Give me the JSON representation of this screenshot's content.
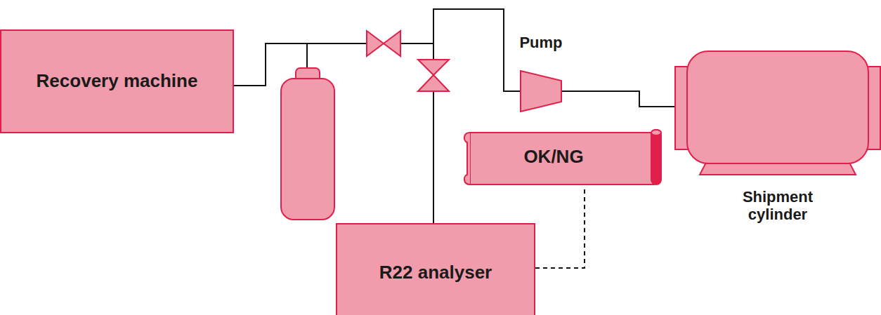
{
  "diagram": {
    "nodes": [
      {
        "text": [
          "Recovery machine"
        ]
      },
      {
        "text": [
          "Pump"
        ]
      },
      {
        "text": [
          "Shipment cylinder"
        ]
      },
      {
        "text": [
          "OK/NG"
        ]
      },
      {
        "text": [
          "R22 analyser"
        ]
      }
    ],
    "edges": [
      {
        "from": 0,
        "to": 1,
        "arrow": "none"
      },
      {
        "from": 0,
        "to": 4,
        "arrow": "none"
      },
      {
        "from": 1,
        "to": 2,
        "arrow": "none"
      },
      {
        "from": 4,
        "to": 3,
        "arrow": "none"
      }
    ]
  }
}
